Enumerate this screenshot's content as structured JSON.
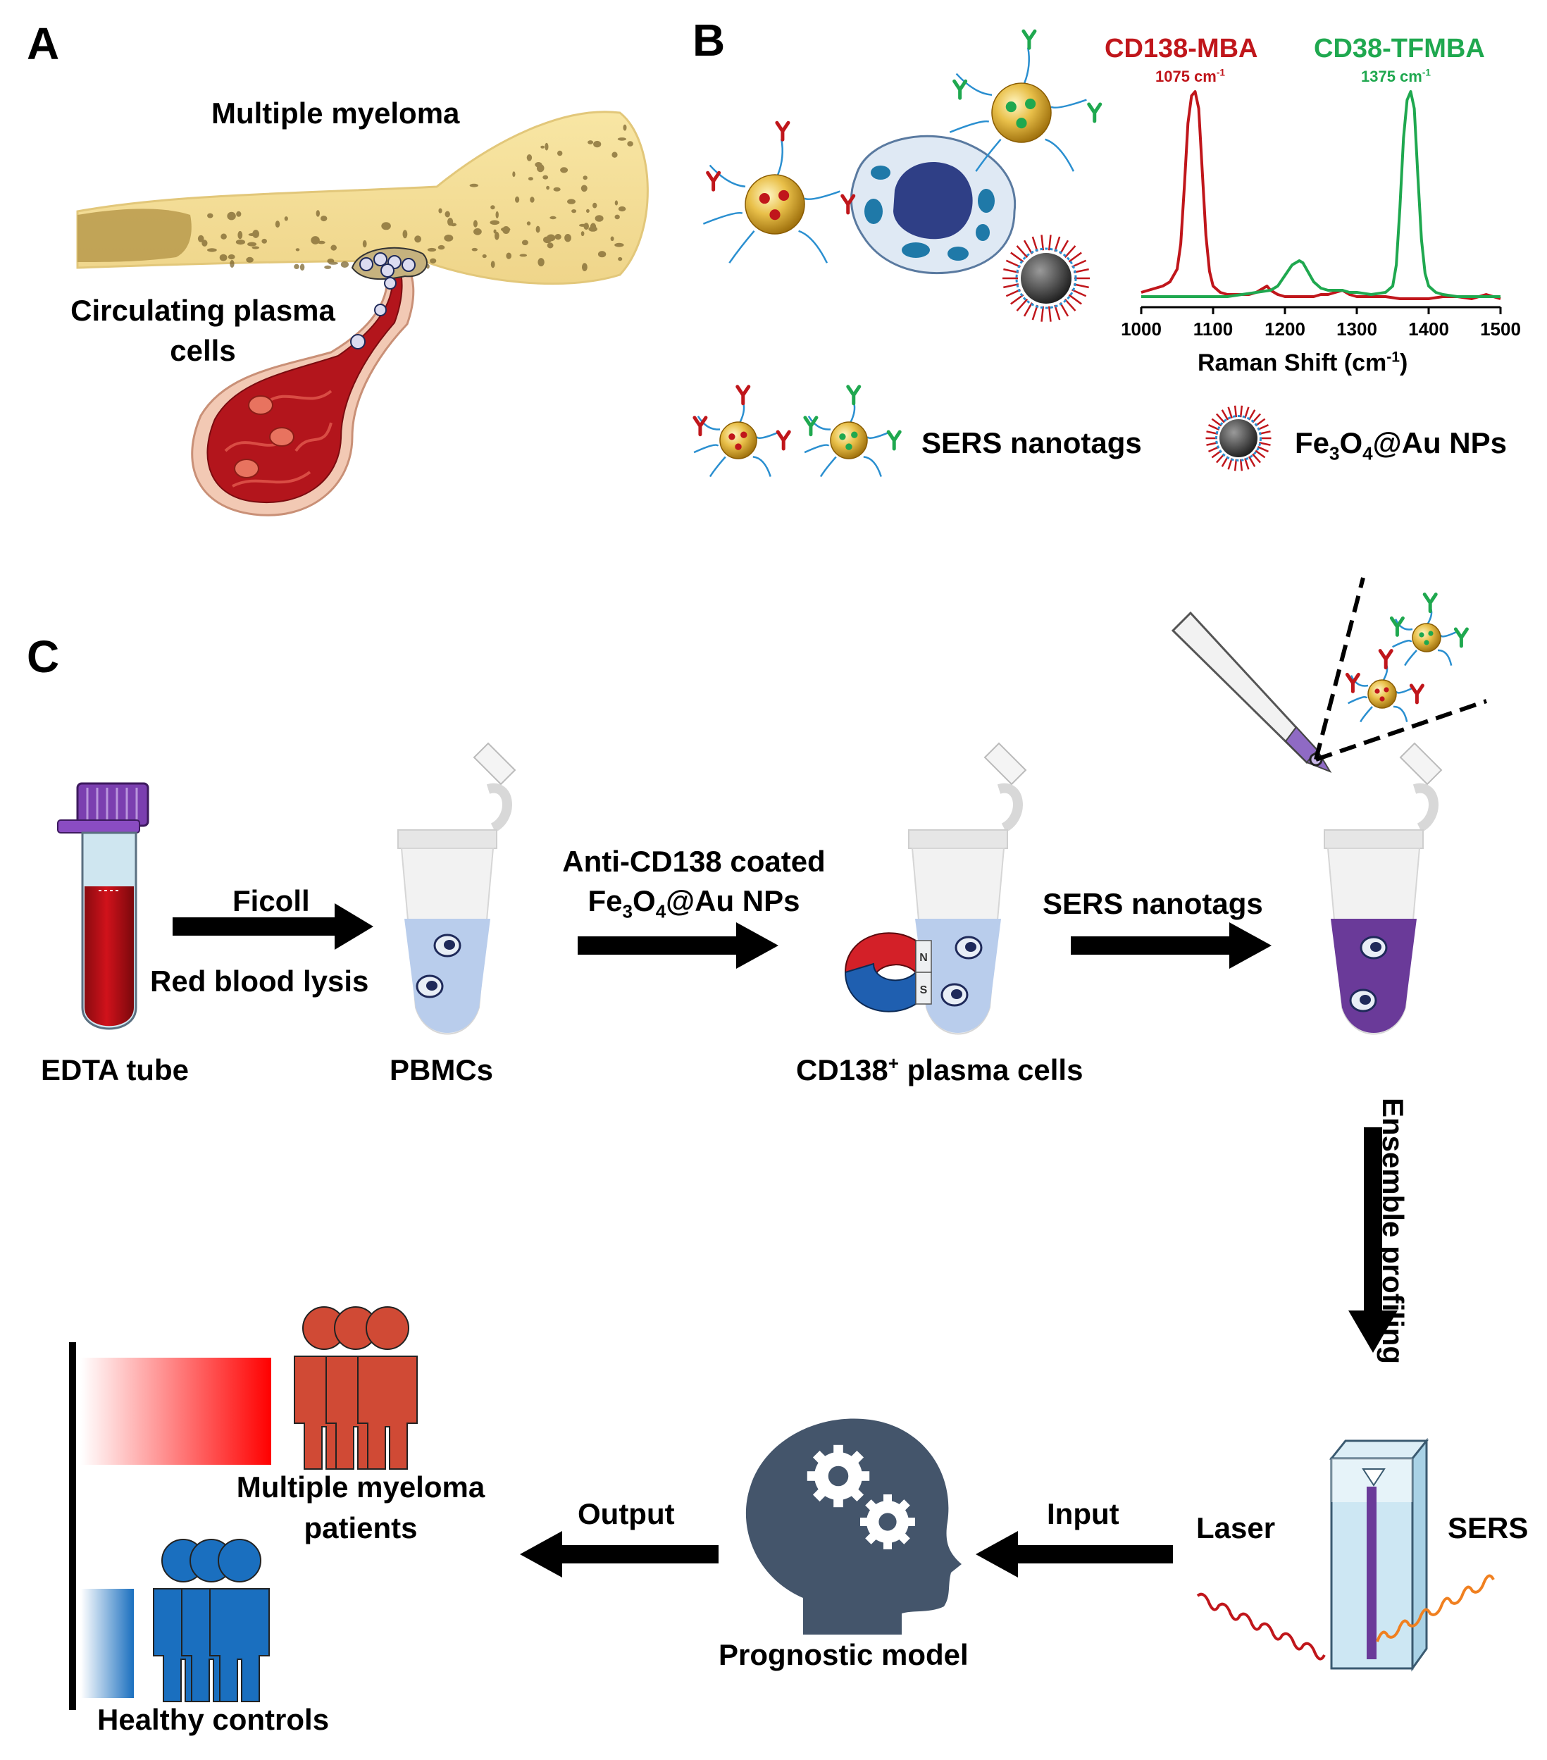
{
  "panels": {
    "A": {
      "letter": "A",
      "bone_label": "Multiple myeloma",
      "circulating_line1": "Circulating plasma",
      "circulating_line2": "cells"
    },
    "B": {
      "letter": "B",
      "legend_nanotags": "SERS nanotags",
      "legend_np_prefix": "Fe",
      "legend_np_sub1": "3",
      "legend_np_mid": "O",
      "legend_np_sub2": "4",
      "legend_np_suffix": "@Au NPs",
      "colors": {
        "mba": "#c0161b",
        "tfmba": "#1fa84f",
        "gold": "#d9a520"
      }
    },
    "C": {
      "letter": "C",
      "edta_label": "EDTA tube",
      "step1_top": "Ficoll",
      "step1_bottom": "Red blood lysis",
      "pbmc_label": "PBMCs",
      "step2_line1": "Anti-CD138 coated",
      "step2_l2_prefix": "Fe",
      "step2_l2_sub1": "3",
      "step2_l2_mid": "O",
      "step2_l2_sub2": "4",
      "step2_l2_suffix": "@Au NPs",
      "cd138_prefix": "CD138",
      "cd138_sup": "+",
      "cd138_suffix": " plasma cells",
      "step3_label": "SERS nanotags",
      "ensemble_label": "Ensemble profiling",
      "laser_label": "Laser",
      "sers_label": "SERS",
      "input_label": "Input",
      "model_label": "Prognostic model",
      "output_label": "Output",
      "mm_line1": "Multiple myeloma",
      "mm_line2": "patients",
      "healthy_label": "Healthy controls",
      "magnet_n": "N",
      "magnet_s": "S",
      "colors": {
        "patients": "#d04a35",
        "controls": "#1a6fbf",
        "purple": "#6a3a99"
      }
    }
  },
  "chart_data": {
    "type": "line",
    "xlabel_prefix": "Raman Shift (cm",
    "xlabel_sup": "-1",
    "xlabel_suffix": ")",
    "ylabel": "",
    "xlim": [
      1000,
      1500
    ],
    "xticks": [
      1000,
      1100,
      1200,
      1300,
      1400,
      1500
    ],
    "grid": false,
    "series": [
      {
        "name": "CD138-MBA",
        "peak_label_value": "1075 cm",
        "peak_label_sup": "-1",
        "color": "#c0161b",
        "x": [
          1000,
          1010,
          1020,
          1030,
          1040,
          1050,
          1055,
          1060,
          1065,
          1070,
          1075,
          1080,
          1085,
          1090,
          1095,
          1100,
          1110,
          1120,
          1130,
          1140,
          1150,
          1160,
          1170,
          1175,
          1180,
          1190,
          1200,
          1210,
          1220,
          1230,
          1240,
          1250,
          1260,
          1270,
          1280,
          1290,
          1300,
          1320,
          1340,
          1360,
          1380,
          1400,
          1420,
          1440,
          1460,
          1480,
          1490,
          1500
        ],
        "y": [
          0.05,
          0.06,
          0.07,
          0.08,
          0.1,
          0.16,
          0.28,
          0.55,
          0.85,
          0.98,
          1.0,
          0.92,
          0.62,
          0.32,
          0.15,
          0.08,
          0.05,
          0.04,
          0.04,
          0.04,
          0.04,
          0.05,
          0.07,
          0.08,
          0.06,
          0.04,
          0.03,
          0.03,
          0.03,
          0.03,
          0.03,
          0.04,
          0.04,
          0.05,
          0.06,
          0.04,
          0.03,
          0.03,
          0.03,
          0.02,
          0.02,
          0.02,
          0.03,
          0.03,
          0.02,
          0.04,
          0.03,
          0.02
        ]
      },
      {
        "name": "CD38-TFMBA",
        "peak_label_value": "1375 cm",
        "peak_label_sup": "-1",
        "color": "#1fa84f",
        "x": [
          1000,
          1010,
          1020,
          1040,
          1060,
          1080,
          1100,
          1120,
          1140,
          1160,
          1180,
          1190,
          1200,
          1210,
          1220,
          1225,
          1230,
          1240,
          1250,
          1260,
          1270,
          1280,
          1290,
          1300,
          1320,
          1340,
          1350,
          1355,
          1360,
          1365,
          1370,
          1375,
          1380,
          1385,
          1390,
          1395,
          1400,
          1410,
          1420,
          1440,
          1460,
          1480,
          1500
        ],
        "y": [
          0.03,
          0.03,
          0.03,
          0.03,
          0.03,
          0.03,
          0.03,
          0.03,
          0.04,
          0.05,
          0.06,
          0.08,
          0.13,
          0.18,
          0.2,
          0.19,
          0.16,
          0.1,
          0.07,
          0.06,
          0.06,
          0.06,
          0.05,
          0.05,
          0.04,
          0.05,
          0.08,
          0.18,
          0.45,
          0.78,
          0.96,
          1.0,
          0.92,
          0.6,
          0.3,
          0.14,
          0.08,
          0.05,
          0.04,
          0.03,
          0.03,
          0.03,
          0.03
        ]
      }
    ]
  }
}
